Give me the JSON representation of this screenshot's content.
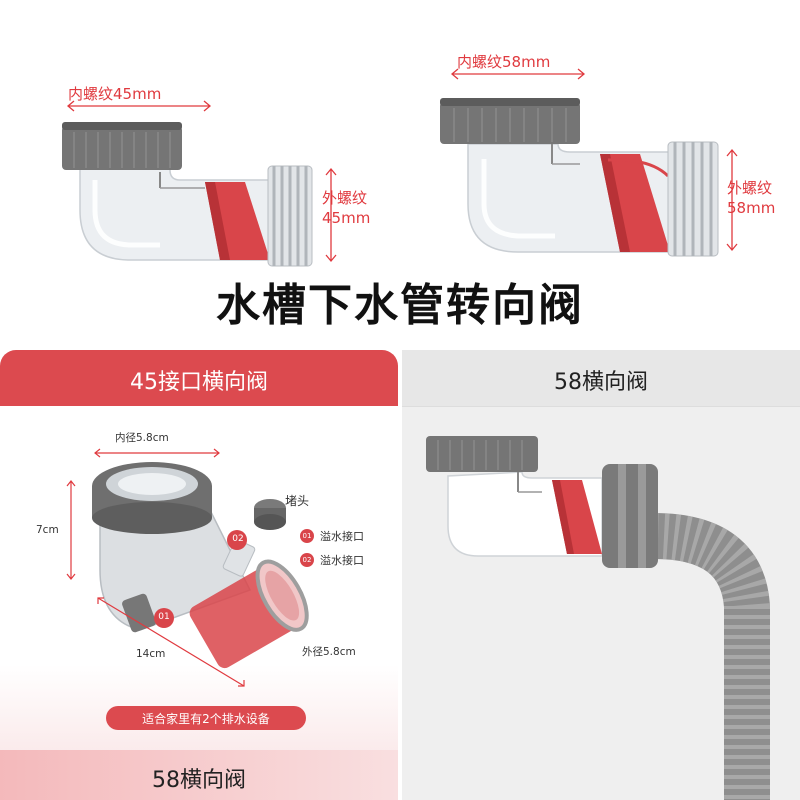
{
  "title": "水槽下水管转向阀",
  "top_left": {
    "inner_thread": "内螺纹45mm",
    "outer_thread_line1": "外螺纹",
    "outer_thread_line2": "45mm"
  },
  "top_right": {
    "inner_thread": "内螺纹58mm",
    "outer_thread_line1": "外螺纹",
    "outer_thread_line2": "58mm"
  },
  "panel_left": {
    "header": "45接口横向阀",
    "inner_diameter": "内径5.8cm",
    "height": "7cm",
    "length": "14cm",
    "outer_diameter": "外径5.8cm",
    "plug_label": "堵头",
    "legend": [
      {
        "badge": "01",
        "text": "溢水接口"
      },
      {
        "badge": "02",
        "text": "溢水接口"
      }
    ],
    "badge_01": "01",
    "badge_02": "02",
    "note": "适合家里有2个排水设备",
    "footer": "58横向阀"
  },
  "panel_right": {
    "header": "58横向阀"
  },
  "colors": {
    "accent_red": "#d9454a",
    "band_red": "#dc4a4f",
    "pink_fade": "#f6d4d5",
    "grey_panel": "#efefef",
    "nut_grey": "#6f6f6f"
  }
}
